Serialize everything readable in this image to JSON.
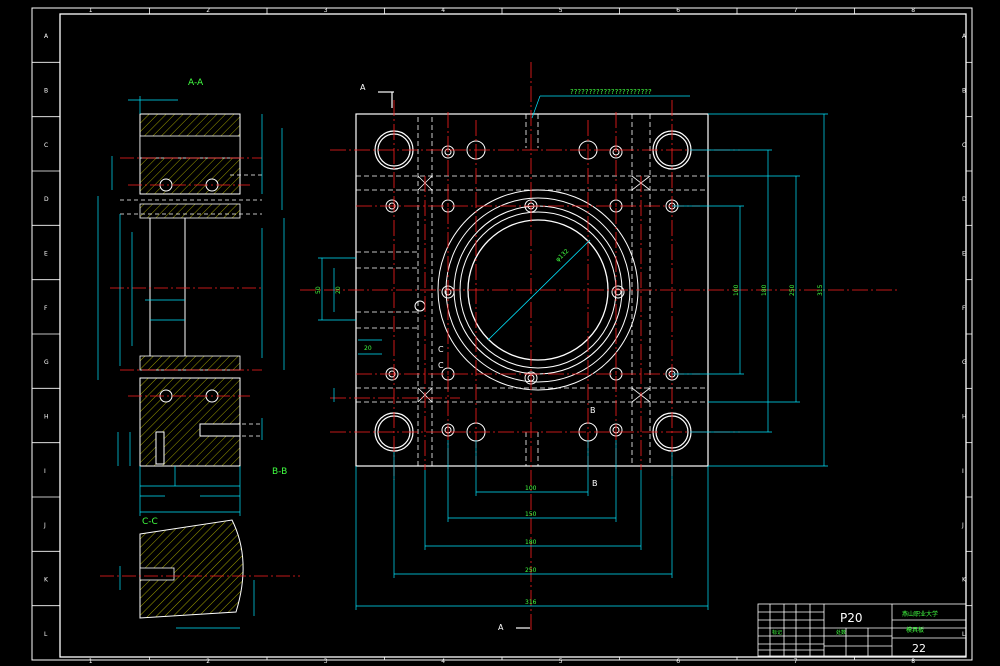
{
  "frame": {
    "col_labels": [
      "1",
      "2",
      "3",
      "4",
      "5",
      "6",
      "7",
      "8"
    ],
    "row_labels": [
      "A",
      "B",
      "C",
      "D",
      "E",
      "F",
      "G",
      "H",
      "I",
      "J",
      "K",
      "L"
    ]
  },
  "section_views": {
    "aa_title": "A-A",
    "bb_title": "B-B",
    "cc_title": "C-C"
  },
  "plan_view": {
    "cut_a_top": "A",
    "cut_a_bottom": "A",
    "cut_b_upper": "B",
    "cut_b_lower": "B",
    "cut_c_upper": "C",
    "cut_c_lower": "C",
    "leader_note": "??????????????????????",
    "bore_dim": "φ132",
    "dims": {
      "d100": "100",
      "d150": "150",
      "d180": "180",
      "d250": "250",
      "d316": "316",
      "v100": "100",
      "v180": "180",
      "v250": "250",
      "v315": "315",
      "v50": "50",
      "v20": "20",
      "h20": "20"
    }
  },
  "title_block": {
    "part_no": "P20",
    "school": "燕山职业大学",
    "part_name": "模具板",
    "sheet": "22",
    "small_a": "标记",
    "small_b": "处数"
  },
  "colors": {
    "frame": "#ffffff",
    "outline": "#ffffff",
    "center": "#ff2020",
    "dimension": "#00e5ff",
    "text": "#40ff40",
    "hatch": "#c8c800",
    "hidden": "#ffffff"
  }
}
